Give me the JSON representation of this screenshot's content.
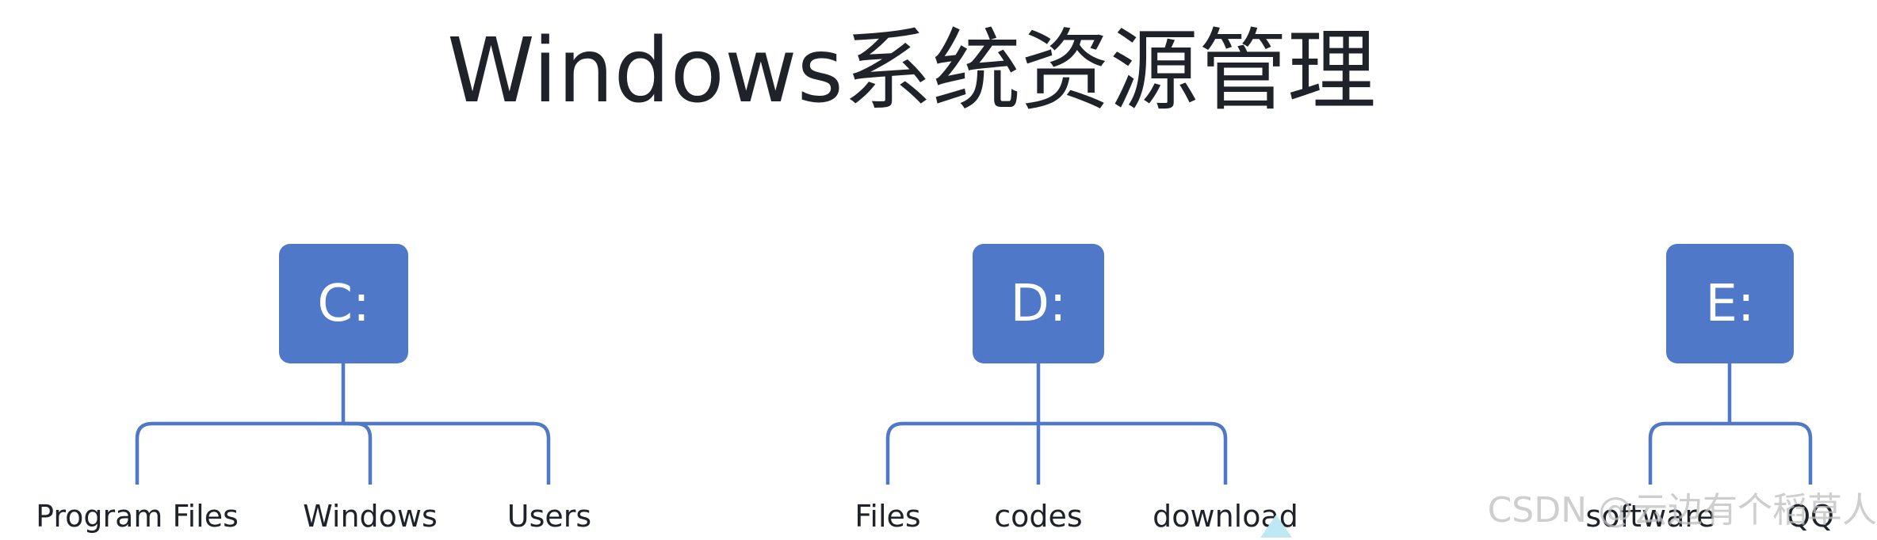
{
  "title": "Windows系统资源管理",
  "colors": {
    "node": "#5078c8",
    "line": "#5078c8",
    "text": "#1f2329"
  },
  "drives": [
    {
      "label": "C:",
      "children": [
        "Program Files",
        "Windows",
        "Users"
      ]
    },
    {
      "label": "D:",
      "children": [
        "Files",
        "codes",
        "download"
      ]
    },
    {
      "label": "E:",
      "children": [
        "software",
        "QQ"
      ]
    }
  ],
  "watermark": "CSDN @云边有个稻草人"
}
